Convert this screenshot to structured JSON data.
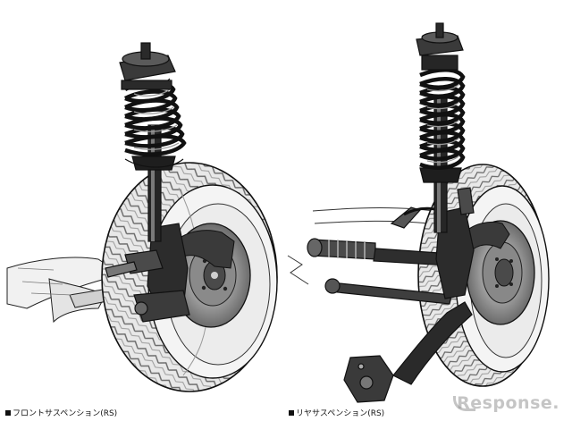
{
  "captions": {
    "front": "フロントサスペンション(RS)",
    "rear": "リヤサスペンション(RS)"
  },
  "watermark": "Response.",
  "colors": {
    "line": "#111111",
    "tire_fill": "#e6e6e6",
    "tire_shadow": "#bdbdbd",
    "metal": "#5a5a5a",
    "dark_metal": "#1e1e1e",
    "watermark": "#969696"
  }
}
